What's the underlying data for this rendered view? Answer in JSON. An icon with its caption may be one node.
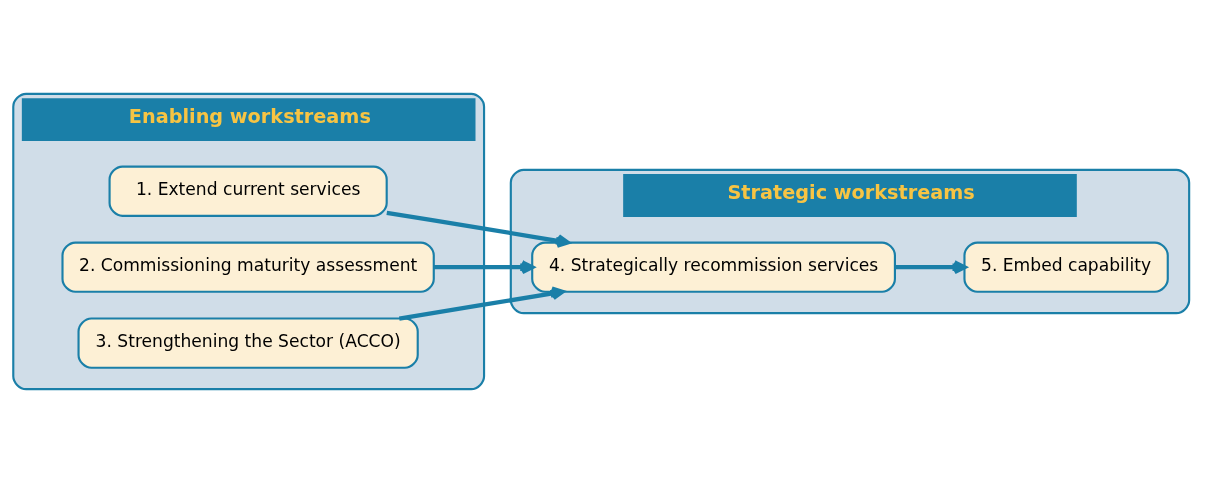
{
  "diagram": {
    "nodes": [
      {
        "text": [
          "Enabling workstreams"
        ]
      },
      {
        "text": [
          "1. Extend current services"
        ],
        "in": 0
      },
      {
        "text": [
          "2. Commissioning maturity assessment"
        ],
        "in": 0
      },
      {
        "text": [
          "3. Strengthening the Sector (ACCO)"
        ],
        "in": 0
      },
      {
        "text": [
          "Strategic workstreams"
        ]
      },
      {
        "text": [
          "4. Strategically recommission services"
        ],
        "in": 4
      },
      {
        "text": [
          "5. Embed capability"
        ],
        "in": 4
      }
    ],
    "edges": [
      {
        "from": 1,
        "to": 5,
        "arrow": "to"
      },
      {
        "from": 2,
        "to": 5,
        "arrow": "to"
      },
      {
        "from": 3,
        "to": 5,
        "arrow": "to"
      },
      {
        "from": 5,
        "to": 6,
        "arrow": "to"
      }
    ]
  }
}
